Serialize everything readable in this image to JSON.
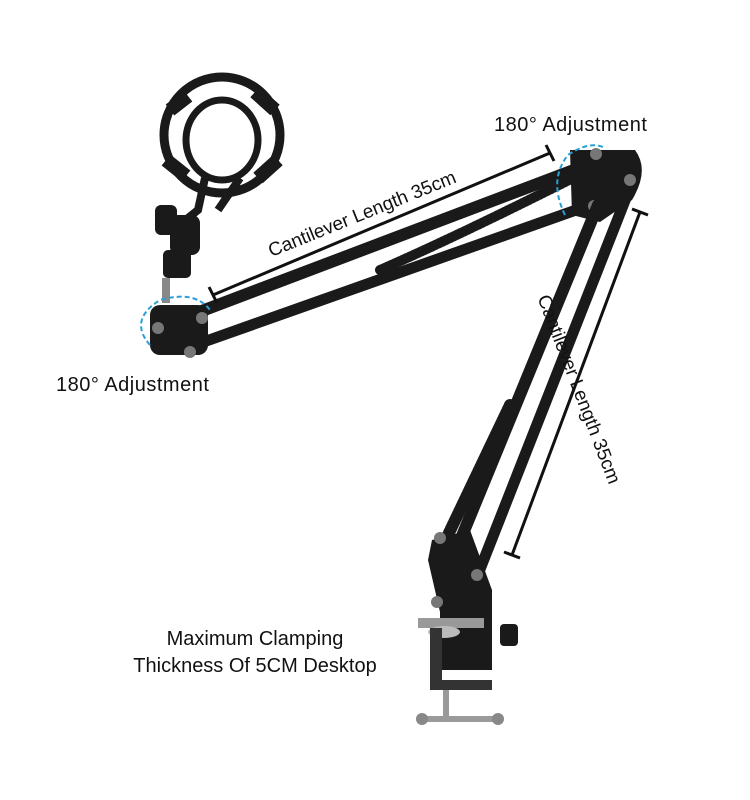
{
  "annotations": {
    "top_adjustment": "180° Adjustment",
    "left_adjustment": "180° Adjustment",
    "upper_arm_length": "Cantilever Length 35cm",
    "lower_arm_length": "Cantilever Length 35cm",
    "clamp_line1": "Maximum Clamping",
    "clamp_line2": "Thickness Of 5CM Desktop"
  },
  "colors": {
    "arm": "#1a1a1a",
    "accent_arrow": "#2a9fd6",
    "dimension_line": "#111111",
    "background": "#ffffff"
  }
}
